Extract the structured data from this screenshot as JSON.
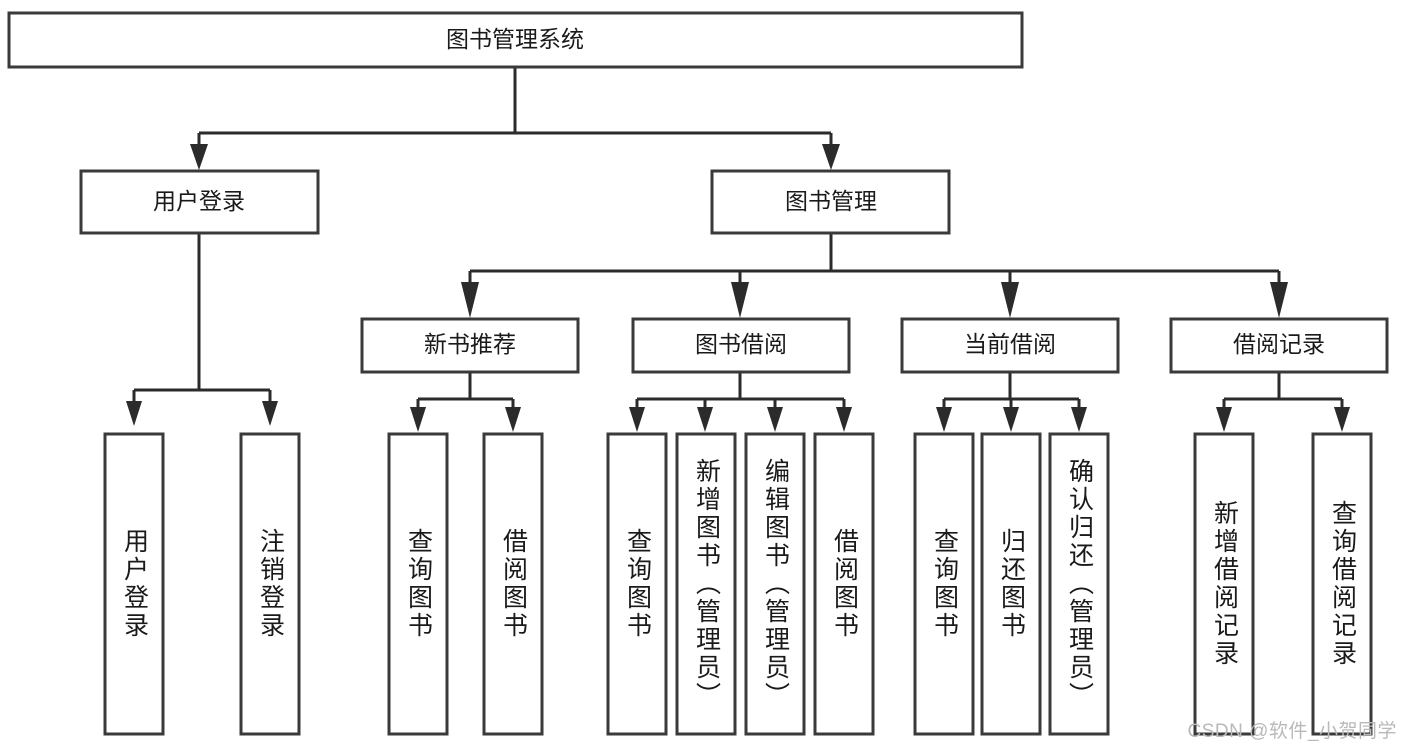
{
  "diagram": {
    "type": "tree-hierarchy",
    "title": "图书管理系统",
    "root": {
      "label": "图书管理系统"
    },
    "level2": [
      {
        "label": "用户登录"
      },
      {
        "label": "图书管理"
      }
    ],
    "level3": [
      {
        "label": "新书推荐"
      },
      {
        "label": "图书借阅"
      },
      {
        "label": "当前借阅"
      },
      {
        "label": "借阅记录"
      }
    ],
    "leaves": {
      "user_login": [
        {
          "label": "用户登录"
        },
        {
          "label": "注销登录"
        }
      ],
      "new_book_recommend": [
        {
          "label": "查询图书"
        },
        {
          "label": "借阅图书"
        }
      ],
      "book_borrow": [
        {
          "label": "查询图书"
        },
        {
          "label": "新增图书（管理员）"
        },
        {
          "label": "编辑图书（管理员）"
        },
        {
          "label": "借阅图书"
        }
      ],
      "current_borrow": [
        {
          "label": "查询图书"
        },
        {
          "label": "归还图书"
        },
        {
          "label": "确认归还（管理员）"
        }
      ],
      "borrow_record": [
        {
          "label": "新增借阅记录"
        },
        {
          "label": "查询借阅记录"
        }
      ]
    }
  },
  "watermark": {
    "text": "CSDN @软件_小贺同学"
  },
  "colors": {
    "box_stroke": "#3a3a3a",
    "connector": "#2b2b2b",
    "text": "#1a1a1a",
    "background": "#ffffff",
    "watermark": "#b9b9b9"
  }
}
